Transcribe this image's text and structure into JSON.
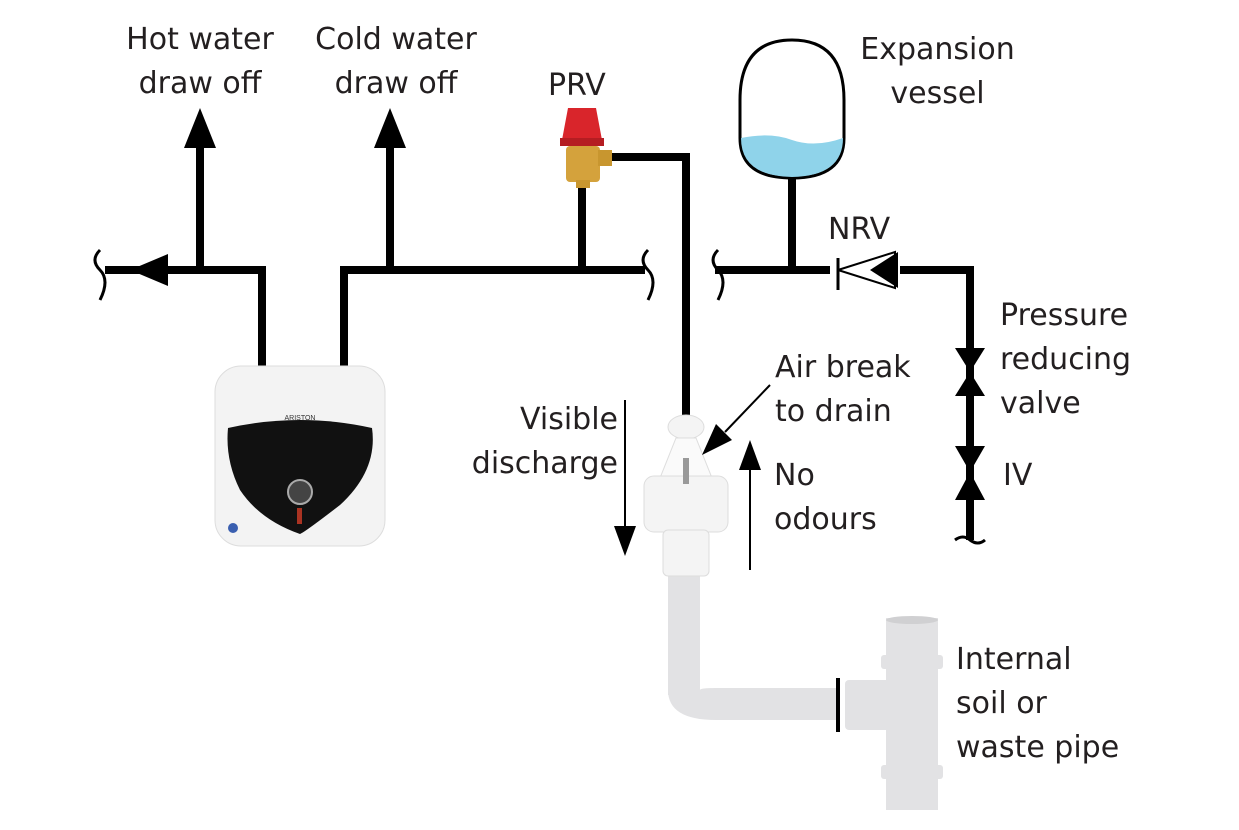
{
  "labels": {
    "hot_line1": "Hot water",
    "hot_line2": "draw off",
    "cold_line1": "Cold water",
    "cold_line2": "draw off",
    "prv": "PRV",
    "vessel_line1": "Expansion",
    "vessel_line2": "vessel",
    "nrv": "NRV",
    "prv2_line1": "Pressure",
    "prv2_line2": "reducing",
    "prv2_line3": "valve",
    "iv": "IV",
    "airbreak_line1": "Air break",
    "airbreak_line2": "to drain",
    "visible_line1": "Visible",
    "visible_line2": "discharge",
    "odours_line1": "No",
    "odours_line2": "odours",
    "soil_line1": "Internal",
    "soil_line2": "soil or",
    "soil_line3": "waste pipe",
    "heater_brand": "ARISTON"
  },
  "colors": {
    "pipe": "#000000",
    "water": "#8fd3ea",
    "prv_cap": "#d9252b",
    "brass": "#d4a23c",
    "waste_pipe": "#e2e2e4"
  }
}
